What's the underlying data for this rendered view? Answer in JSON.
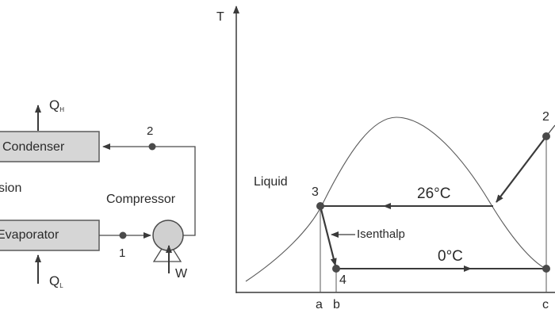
{
  "cycle": {
    "qh_label": "Q",
    "qh_sub": "H",
    "ql_label": "Q",
    "ql_sub": "L",
    "w_label": "W",
    "condenser_label": "Condenser",
    "evaporator_label": "Evaporator",
    "expansion_fragment": "sion",
    "compressor_label": "Compressor",
    "point_1": "1",
    "point_2": "2"
  },
  "ts_diagram": {
    "y_axis_label": "T",
    "region_label": "Liquid",
    "process_label": "Isenthalp",
    "temp_high": "26°C",
    "temp_low": "0°C",
    "state_2": "2",
    "state_3": "3",
    "state_4": "4",
    "tick_a": "a",
    "tick_b": "b",
    "tick_c": "c"
  },
  "colors": {
    "box_fill": "#d6d6d6",
    "line": "#4a4a4a",
    "text": "#2a2a2a"
  }
}
